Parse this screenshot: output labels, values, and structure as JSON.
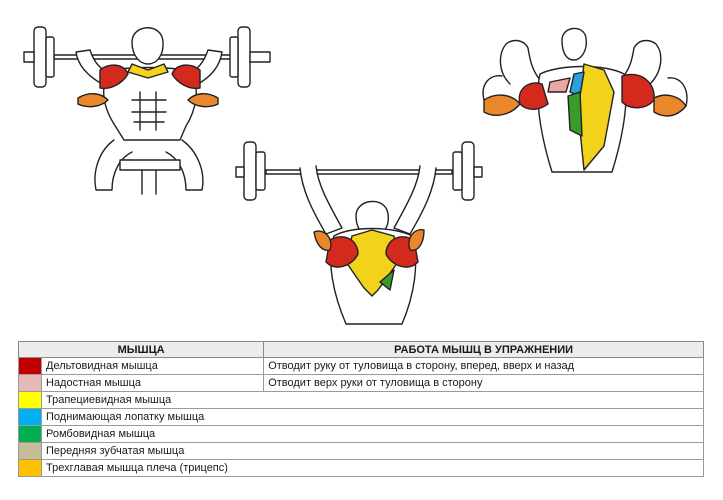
{
  "table": {
    "headers": {
      "muscle": "МЫШЦА",
      "action": "РАБОТА МЫШЦ В УПРАЖНЕНИИ"
    },
    "rows": [
      {
        "color": "#c00000",
        "muscle": "Дельтовидная мышца",
        "action": "Отводит руку от туловища в сторону, вперед, вверх и назад"
      },
      {
        "color": "#e6b8b7",
        "muscle": "Надостная мышца",
        "action": "Отводит верх руки от туловища в сторону"
      },
      {
        "color": "#ffff00",
        "muscle": "Трапециевидная мышца",
        "action": ""
      },
      {
        "color": "#00b0f0",
        "muscle": "Поднимающая лопатку мышца",
        "action": ""
      },
      {
        "color": "#00b050",
        "muscle": "Ромбовидная мышца",
        "action": ""
      },
      {
        "color": "#c4bd97",
        "muscle": "Передняя зубчатая мышца",
        "action": ""
      },
      {
        "color": "#ffc000",
        "muscle": "Трехглавая мышца плеча (трицепс)",
        "action": ""
      }
    ]
  },
  "colors": {
    "deltoid": "#d42a1e",
    "trapezius": "#f2d21b",
    "triceps": "#e8882a",
    "rhomboid": "#3a9a2a",
    "levator": "#2aa0e0",
    "supraspinatus": "#e9a7a6",
    "outline": "#222222"
  },
  "icons": [
    "barbell-icon",
    "athlete-front-icon",
    "athlete-back-icon",
    "athlete-flex-icon"
  ]
}
